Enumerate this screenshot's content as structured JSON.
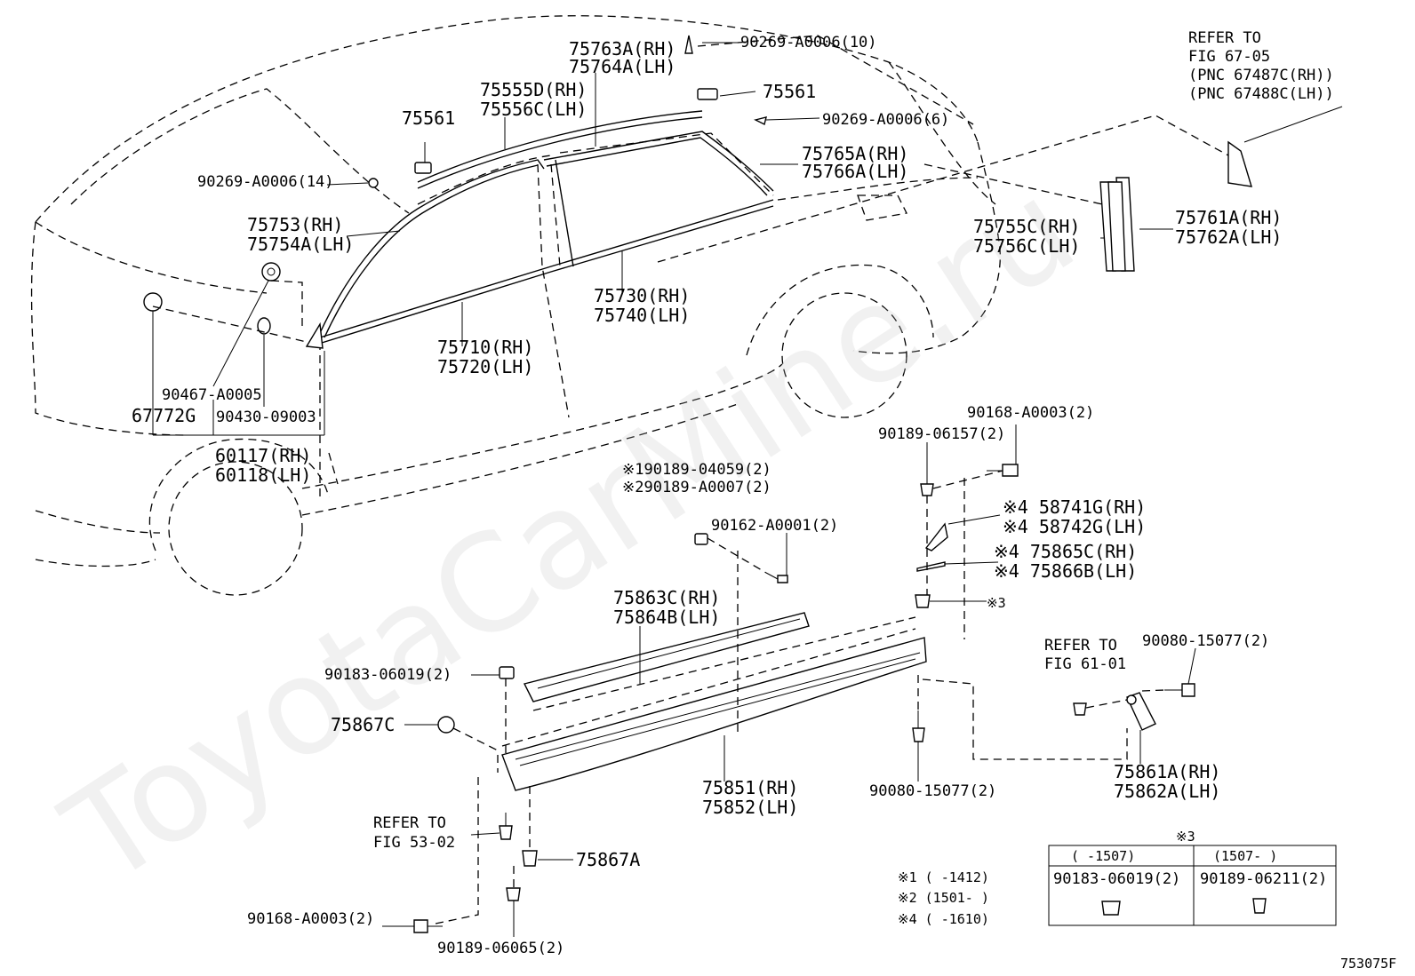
{
  "watermark": "ToyotaCarMine.ru",
  "figure_id": "753075F",
  "labels": {
    "p75763": "75763A(RH)",
    "p75764": "75764A(LH)",
    "p90269_10": "90269-A0006(10)",
    "p75561_top": "75561",
    "p75555": "75555D(RH)",
    "p75556": "75556C(LH)",
    "p75561_left": "75561",
    "p90269_6": "90269-A0006(6)",
    "p75765": "75765A(RH)",
    "p75766": "75766A(LH)",
    "p90269_14": "90269-A0006(14)",
    "p75753": "75753(RH)",
    "p75754": "75754A(LH)",
    "p75730": "75730(RH)",
    "p75740": "75740(LH)",
    "p75710": "75710(RH)",
    "p75720": "75720(LH)",
    "p75755": "75755C(RH)",
    "p75756": "75756C(LH)",
    "p75761": "75761A(RH)",
    "p75762": "75762A(LH)",
    "refer67_1": "REFER TO",
    "refer67_2": "FIG 67-05",
    "refer67_3": "(PNC 67487C(RH))",
    "refer67_4": "(PNC 67488C(LH))",
    "p90467": "90467-A0005",
    "p90430": "90430-09003",
    "p67772": "67772G",
    "p60117": "60117(RH)",
    "p60118": "60118(LH)",
    "p90168_top": "90168-A0003(2)",
    "p90189_06157": "90189-06157(2)",
    "p90189_04059": "※190189-04059(2)",
    "p90189_A0007": "※290189-A0007(2)",
    "p90162": "90162-A0001(2)",
    "p58741": "※4 58741G(RH)",
    "p58742": "※4 58742G(LH)",
    "p75865": "※4 75865C(RH)",
    "p75866": "※4 75866B(LH)",
    "note3_mark": "※3",
    "p75863": "75863C(RH)",
    "p75864": "75864B(LH)",
    "refer61_1": "REFER TO",
    "refer61_2": "FIG 61-01",
    "p90080_right": "90080-15077(2)",
    "p90183": "90183-06019(2)",
    "p75867c": "75867C",
    "p75851": "75851(RH)",
    "p75852": "75852(LH)",
    "p90080_bottom": "90080-15077(2)",
    "p75861": "75861A(RH)",
    "p75862": "75862A(LH)",
    "refer53_1": "REFER TO",
    "refer53_2": "FIG 53-02",
    "p75867a": "75867A",
    "p90168_bottom": "90168-A0003(2)",
    "p90189_06065": "90189-06065(2)"
  },
  "notes": {
    "n1": "※1 (     -1412)",
    "n2": "※2 (1501-     )",
    "n4": "※4 (     -1610)"
  },
  "table": {
    "title": "※3",
    "col1_header": "(     -1507)",
    "col2_header": "(1507-     )",
    "col1_part": "90183-06019(2)",
    "col2_part": "90189-06211(2)"
  }
}
